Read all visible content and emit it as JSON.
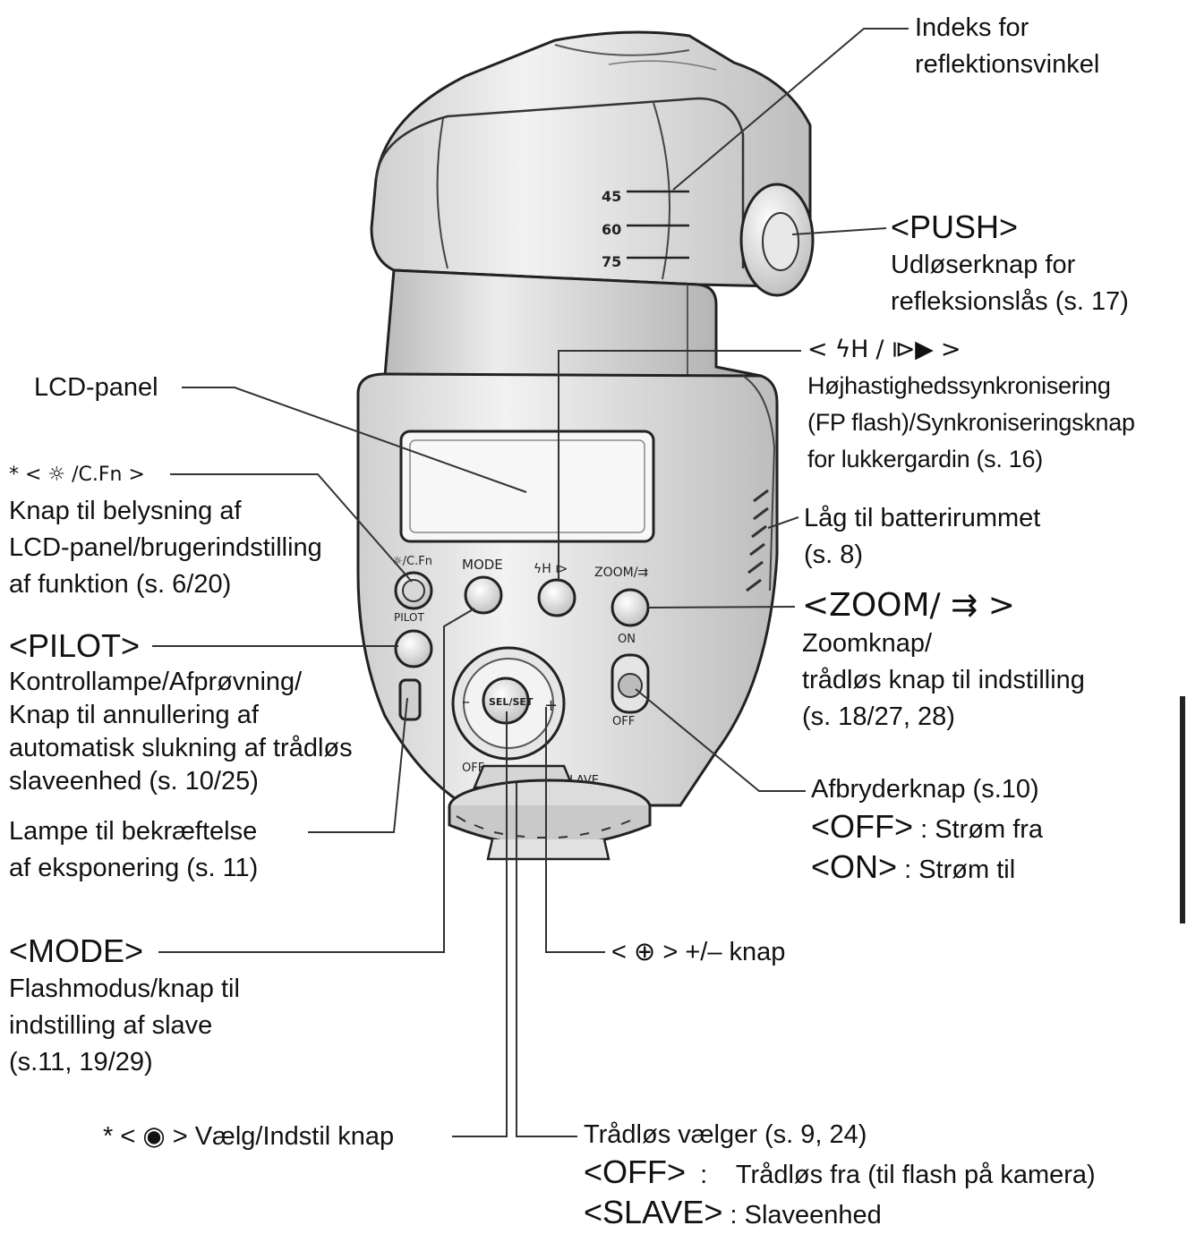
{
  "flash_scale": [
    "45",
    "60",
    "75"
  ],
  "panel_labels": {
    "light_fn": "☼/C.Fn",
    "mode": "MODE",
    "hs": "ϟH ⧐",
    "zoom": "ZOOM/⇉",
    "pilot": "PILOT",
    "on": "ON",
    "off": "OFF",
    "sel_set": "SEL/SET",
    "minus": "–",
    "plus": "+",
    "dial_off": "OFF",
    "dial_slave": "SLAVE"
  },
  "callouts": {
    "index": {
      "l1": "Indeks for",
      "l2": "reflektionsvinkel"
    },
    "push": {
      "title": "<PUSH>",
      "l1": "Udløserknap for",
      "l2": "refleksionslås (s. 17)"
    },
    "hs": {
      "title": "< ϟH / ⧐▶ >",
      "l1": "Højhastighedssynkronisering",
      "l2": "(FP flash)/Synkroniseringsknap",
      "l3": "for lukkergardin (s. 16)"
    },
    "lcd": {
      "l1": "LCD-panel"
    },
    "light": {
      "title": "* < ☼ /C.Fn >",
      "l1": "Knap til belysning af",
      "l2": "LCD-panel/brugerindstilling",
      "l3": "af funktion (s. 6/20)"
    },
    "battery": {
      "l1": "Låg til batterirummet",
      "l2": "(s. 8)"
    },
    "zoom": {
      "title": "<ZOOM/ ⇉ >",
      "l1": "Zoomknap/",
      "l2": "trådløs knap til indstilling",
      "l3": "(s. 18/27, 28)"
    },
    "pilot": {
      "title": "<PILOT>",
      "l1": "Kontrollampe/Afprøvning/",
      "l2": "Knap til annullering af",
      "l3": "automatisk slukning af trådløs",
      "l4": "slaveenhed (s. 10/25)"
    },
    "power": {
      "l1": "Afbryderknap (s.10)",
      "off_key": "<OFF>",
      "off_text": " : Strøm fra",
      "on_key": "<ON>",
      "on_text": " : Strøm til"
    },
    "exposure": {
      "l1": "Lampe til bekræftelse",
      "l2": "af eksponering (s. 11)"
    },
    "mode": {
      "title": "<MODE>",
      "l1": "Flashmodus/knap til",
      "l2": "indstilling af slave",
      "l3": "(s.11, 19/29)"
    },
    "plusminus": {
      "pre": "< ",
      "icon": "⊕",
      "post": " > +/– knap"
    },
    "select": {
      "pre": "* < ",
      "icon": "◉",
      "post": " > Vælg/Indstil knap"
    },
    "wireless": {
      "l1": "Trådløs vælger (s. 9, 24)",
      "off_key": "<OFF>",
      "off_text": "  :    Trådløs fra (til flash på kamera)",
      "slave_key": "<SLAVE>",
      "slave_text": " : Slaveenhed"
    }
  }
}
